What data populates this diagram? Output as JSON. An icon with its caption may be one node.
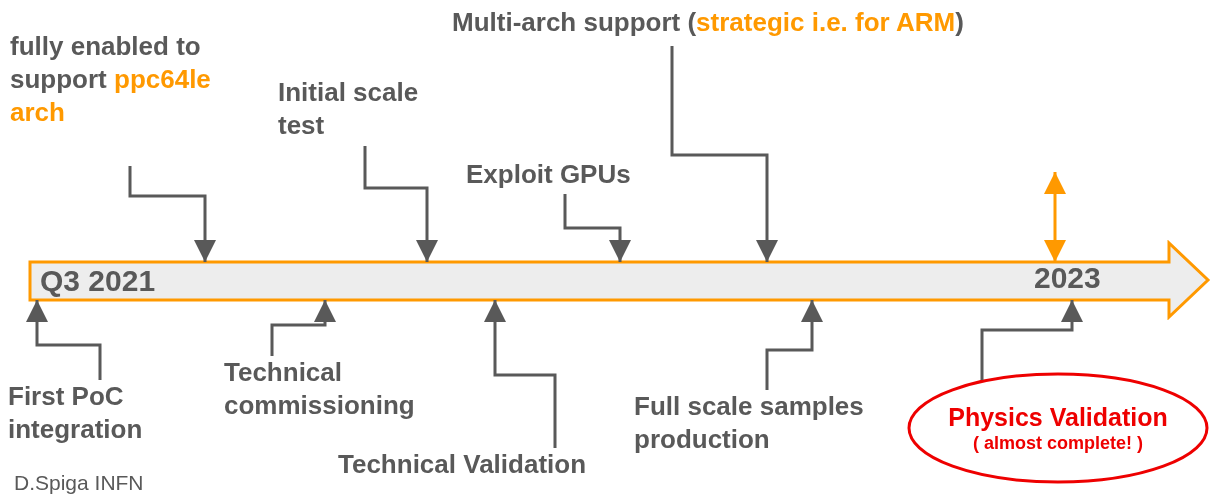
{
  "diagram": {
    "nodes": [
      {
        "text": [
          "Q3 2021",
          "2023"
        ]
      },
      {
        "text": [
          "fully enabled to support *ppc64le arch*"
        ]
      },
      {
        "text": [
          "Initial scale test"
        ]
      },
      {
        "text": [
          "Exploit GPUs"
        ]
      },
      {
        "text": [
          "Multi-arch support (*strategic i.e. for ARM*)"
        ]
      },
      {
        "text": [
          "First PoC integration"
        ]
      },
      {
        "text": [
          "Technical commissioning"
        ]
      },
      {
        "text": [
          "Technical Validation"
        ]
      },
      {
        "text": [
          "Full scale samples production"
        ]
      },
      {
        "text": [
          "Physics Validation",
          "( almost complete! )"
        ]
      }
    ],
    "edges": [
      {
        "from": 1,
        "to": 0,
        "arrow": "to"
      },
      {
        "from": 2,
        "to": 0,
        "arrow": "to"
      },
      {
        "from": 3,
        "to": 0,
        "arrow": "to"
      },
      {
        "from": 4,
        "to": 0,
        "arrow": "to"
      },
      {
        "from": 5,
        "to": 0,
        "arrow": "to"
      },
      {
        "from": 6,
        "to": 0,
        "arrow": "to"
      },
      {
        "from": 7,
        "to": 0,
        "arrow": "to"
      },
      {
        "from": 8,
        "to": 0,
        "arrow": "to"
      },
      {
        "from": 9,
        "to": 0,
        "arrow": "to"
      },
      {
        "from": null,
        "to": 0,
        "arrow": "both",
        "color": "#ff9900"
      }
    ],
    "labels": [
      "D.Spiga INFN"
    ]
  }
}
